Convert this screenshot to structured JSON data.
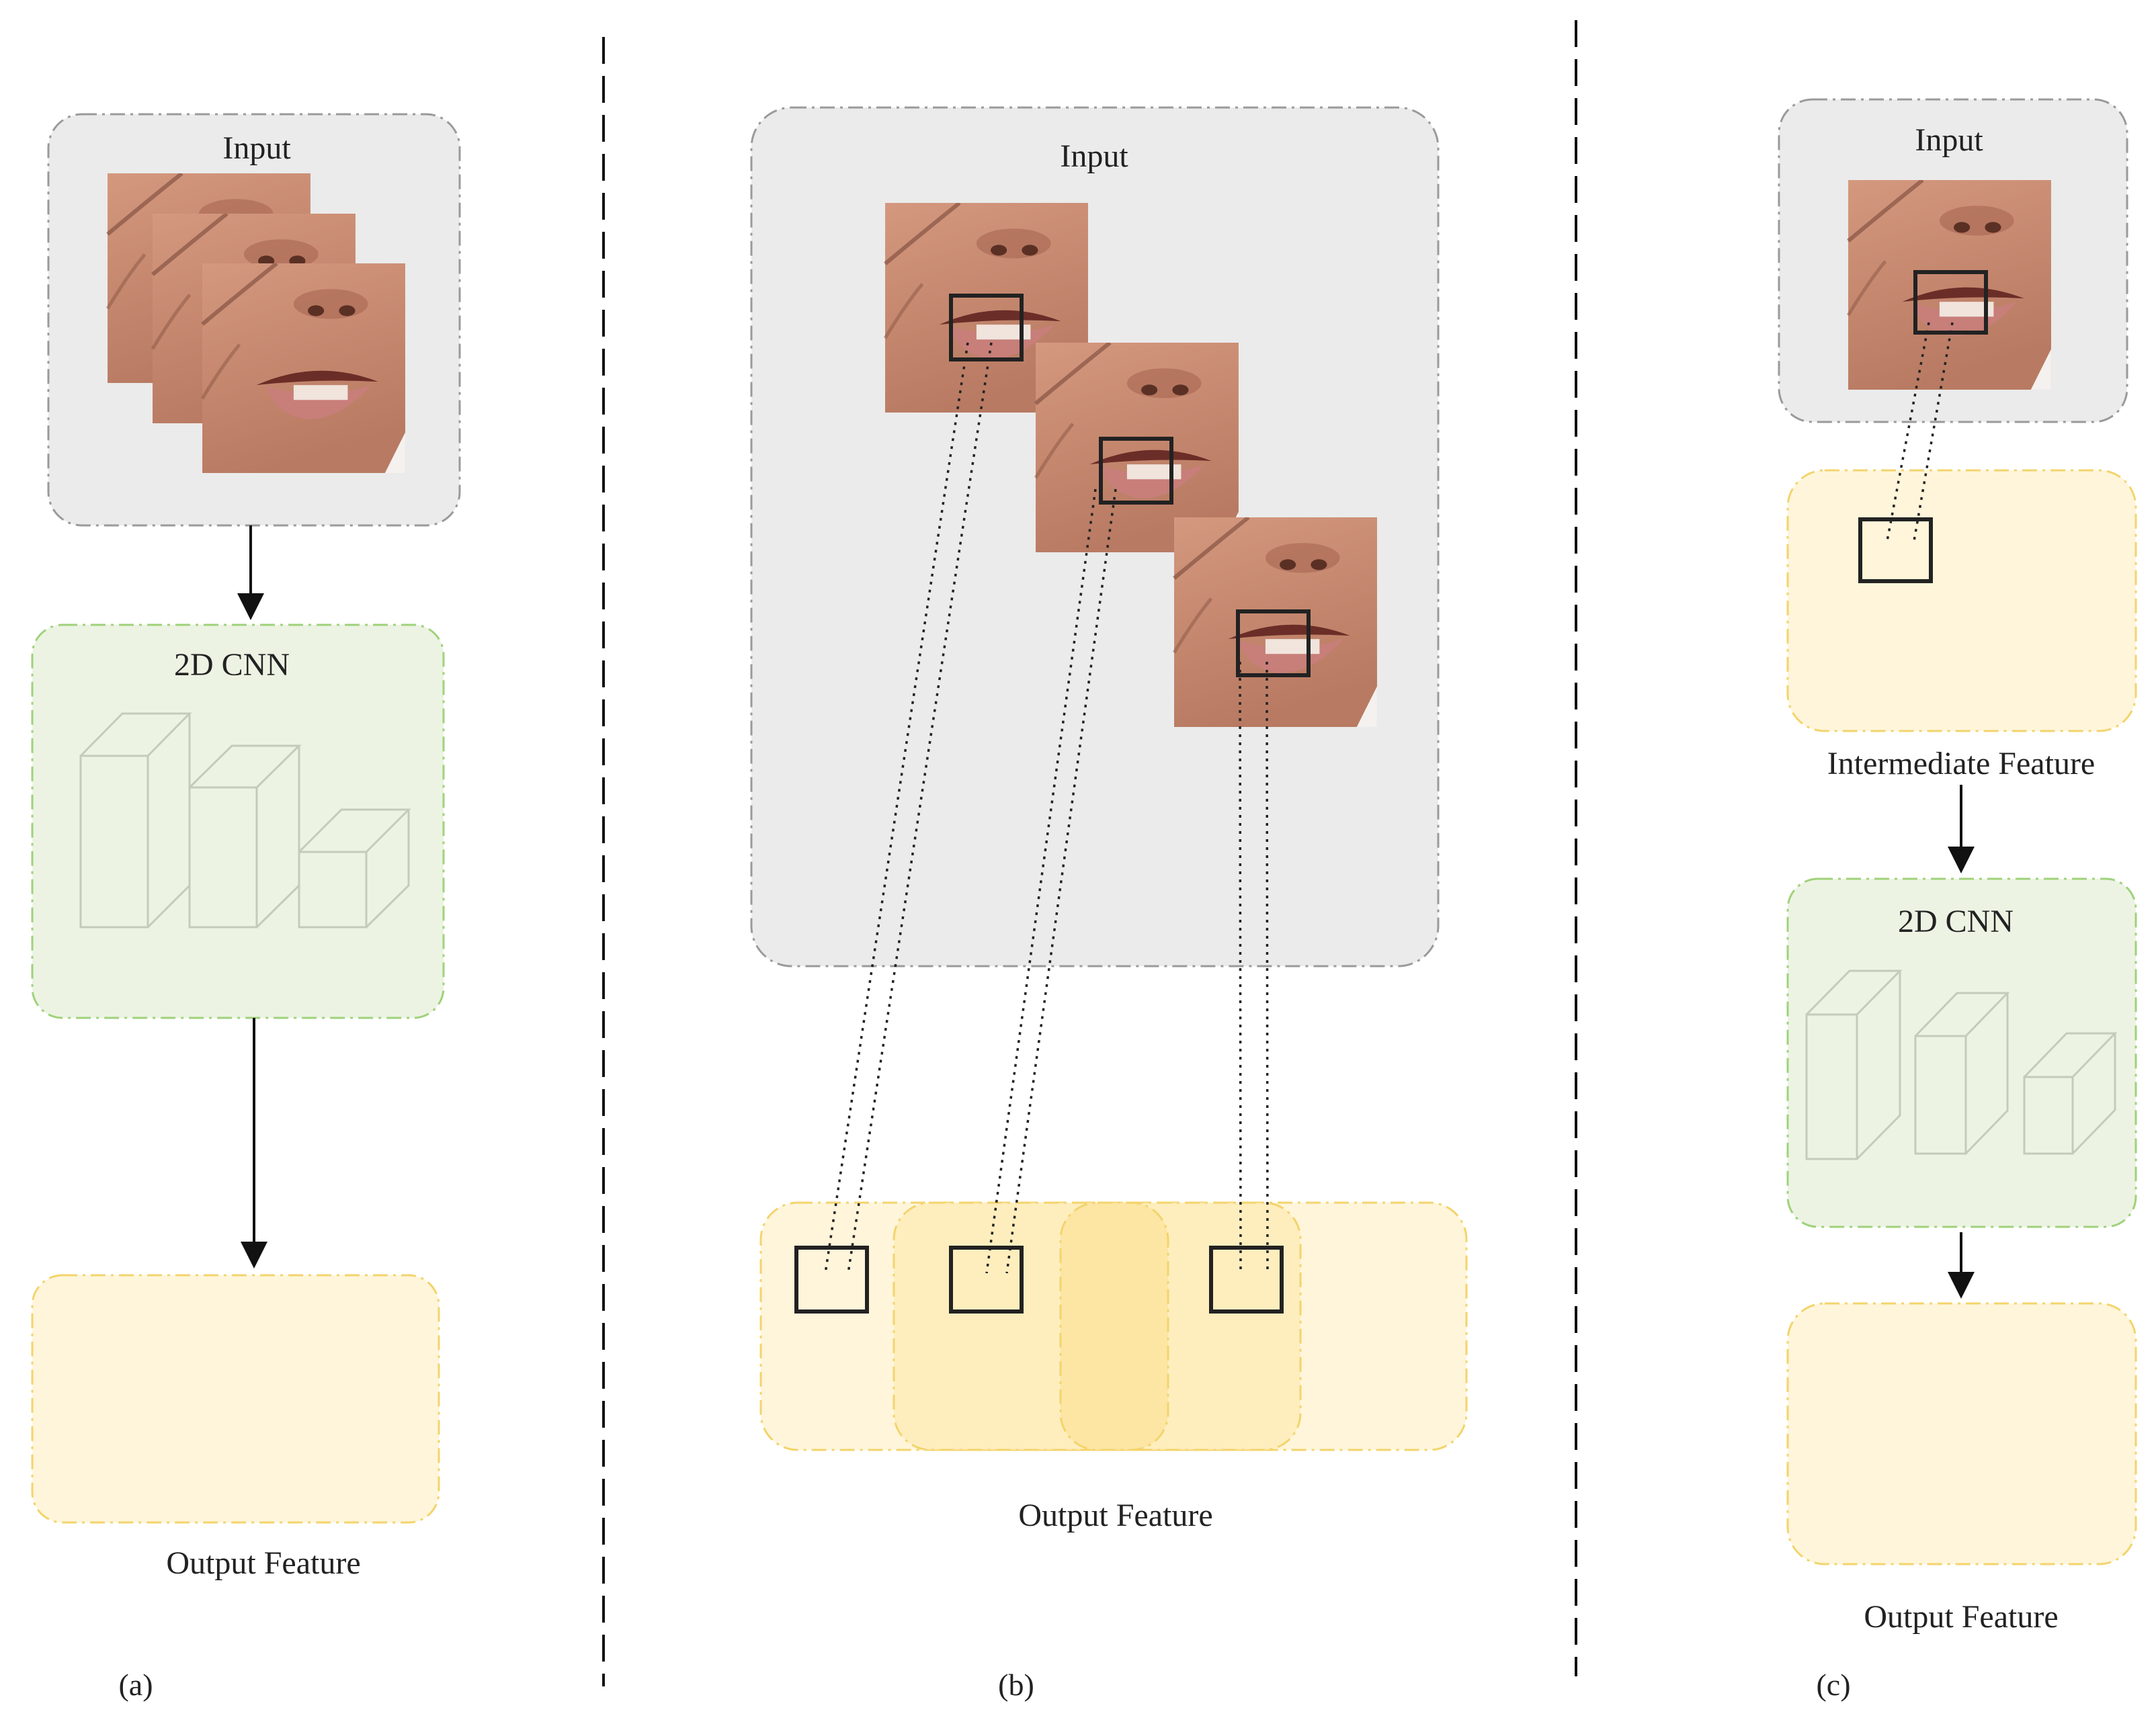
{
  "panels": {
    "a": {
      "caption": "(a)",
      "input_label": "Input",
      "cnn_label": "2D CNN",
      "output_label": "Output Feature"
    },
    "b": {
      "caption": "(b)",
      "input_label": "Input",
      "output_label": "Output Feature"
    },
    "c": {
      "caption": "(c)",
      "input_label": "Input",
      "intermediate_label": "Intermediate Feature",
      "cnn_label": "2D CNN",
      "output_label": "Output Feature"
    }
  },
  "icons": [
    "face-frame-image",
    "cnn-block-icon",
    "kernel-box",
    "arrow"
  ],
  "colors": {
    "input_box": "#ebebeb",
    "cnn_box": "#ecf3e3",
    "feature_box": "#fff5da",
    "feature_mid": "#feebb4",
    "feature_core": "#fde3a0",
    "skin": "#c98a70",
    "line": "#111111"
  }
}
